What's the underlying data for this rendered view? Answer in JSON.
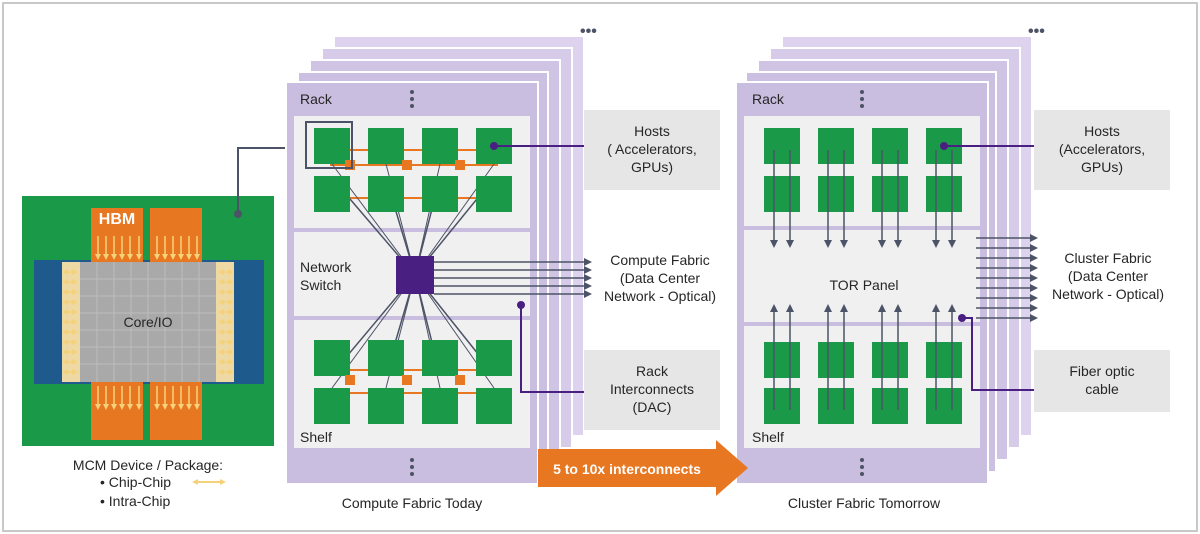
{
  "mcm": {
    "hbm_label": "HBM",
    "core_label": "Core/IO",
    "caption": "MCM Device / Package:",
    "legend_chip_chip": "• Chip-Chip",
    "legend_intra_chip": "• Intra-Chip"
  },
  "left_rack": {
    "rack_label": "Rack",
    "network_switch_line1": "Network",
    "network_switch_line2": "Switch",
    "shelf_label": "Shelf",
    "caption": "Compute Fabric Today"
  },
  "right_rack": {
    "rack_label": "Rack",
    "tor_panel": "TOR Panel",
    "shelf_label": "Shelf",
    "caption": "Cluster Fabric Tomorrow"
  },
  "callouts": {
    "hosts_left": [
      "Hosts",
      "( Accelerators,",
      "GPUs)"
    ],
    "compute_fabric": [
      "Compute Fabric",
      "(Data Center",
      "Network - Optical)"
    ],
    "rack_interconnects": [
      "Rack",
      "Interconnects",
      "(DAC)"
    ],
    "hosts_right": [
      "Hosts",
      "(Accelerators,",
      "GPUs)"
    ],
    "cluster_fabric": [
      "Cluster Fabric",
      "(Data Center",
      "Network - Optical)"
    ],
    "fiber_optic": [
      "Fiber optic",
      "cable"
    ]
  },
  "transition_arrow": "5 to 10x interconnects",
  "colors": {
    "frame": "#c8c8c8",
    "rack_purple": "#c9bde0",
    "rack_inner": "#f0f0f0",
    "chip_green": "#1a9a48",
    "switch_purple": "#4a1f82",
    "link_orange": "#e87722",
    "hbm_orange": "#e87722",
    "package_green": "#1a9a48",
    "blue_die": "#1f5a8c",
    "core_gray": "#a9a9a9",
    "callout_gray": "#e6e6e6",
    "line_gray": "#4d5366"
  }
}
